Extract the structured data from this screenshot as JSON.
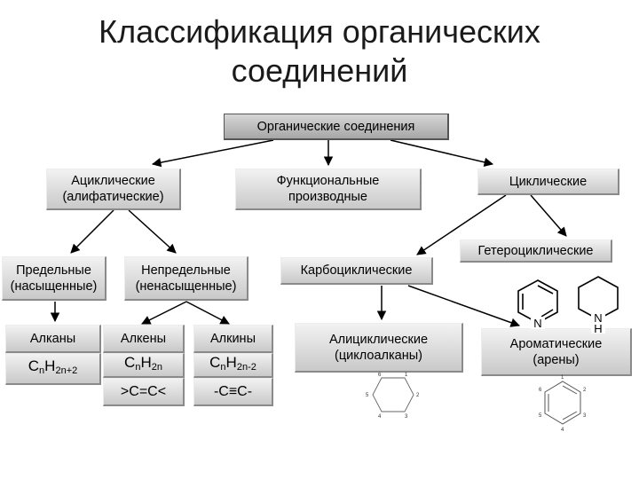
{
  "title_line1": "Классификация органических",
  "title_line2": "соединений",
  "root": "Органические соединения",
  "acyclic": {
    "line1": "Ациклические",
    "line2": "(алифатические)"
  },
  "functional": {
    "line1": "Функциональные",
    "line2": "производные"
  },
  "cyclic": "Циклические",
  "heterocyclic": "Гетероциклические",
  "saturated": {
    "line1": "Предельные",
    "line2": "(насыщенные)"
  },
  "unsaturated": {
    "line1": "Непредельные",
    "line2": "(ненасыщенные)"
  },
  "carbocyclic": "Карбоциклические",
  "alkanes": "Алканы",
  "alkenes": "Алкены",
  "alkynes": "Алкины",
  "alicyclic": {
    "line1": "Алициклические",
    "line2": "(циклоалканы)"
  },
  "aromatic": {
    "line1": "Ароматические",
    "line2": "(арены)"
  },
  "alkane_formula": {
    "c": "C",
    "n": "n",
    "h": "H",
    "sub": "2n+2"
  },
  "alkene_formula": {
    "c": "C",
    "n": "n",
    "h": "H",
    "sub": "2n"
  },
  "alkyne_formula": {
    "c": "C",
    "n": "n",
    "h": "H",
    "sub": "2n-2"
  },
  "alkene_bond": ">C=C<",
  "alkyne_bond": "-C≡C-",
  "pyridine_atom": "N",
  "piperidine_atom1": "N",
  "piperidine_atom2": "H",
  "ring_numbers": [
    "1",
    "2",
    "3",
    "4",
    "5",
    "6"
  ],
  "colors": {
    "box_light": "#f2f2f2",
    "box_dark": "#a7a7a7",
    "line": "#000000"
  }
}
